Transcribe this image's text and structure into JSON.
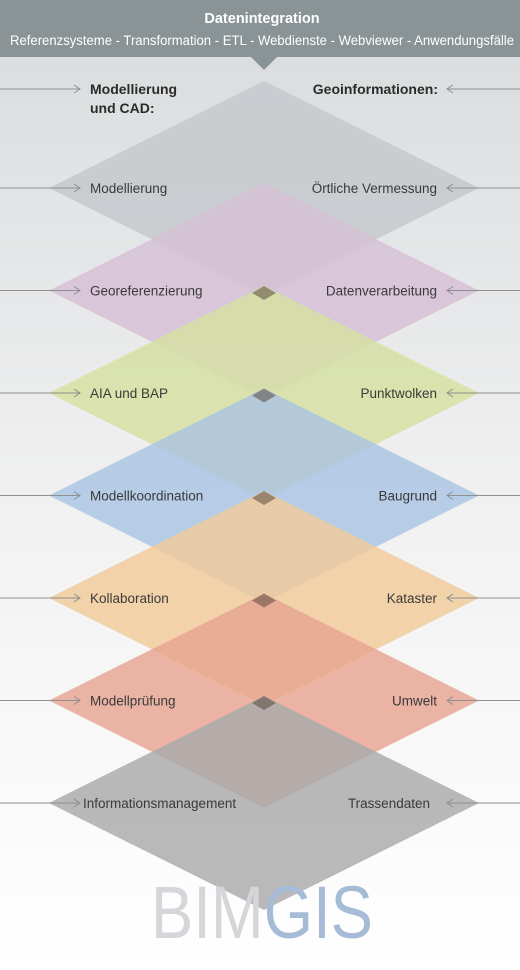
{
  "header": {
    "title": "Datenintegration",
    "subtitle": "Referenzsysteme - Transformation - ETL - Webdienste - Webviewer - Anwendungsfälle"
  },
  "left_column": {
    "title_line1": "Modellierung",
    "title_line2": "und CAD:"
  },
  "right_column": {
    "title": "Geoinformationen:"
  },
  "layers": [
    {
      "left": "Modellierung",
      "right": "Örtliche Vermessung",
      "color": "#c5c8cc"
    },
    {
      "left": "Georeferenzierung",
      "right": "Datenverarbeitung",
      "color": "#d6bfd6"
    },
    {
      "left": "AIA und BAP",
      "right": "Punktwolken",
      "color": "#d5e0a0"
    },
    {
      "left": "Modellkoordination",
      "right": "Baugrund",
      "color": "#a9c3e3"
    },
    {
      "left": "Kollaboration",
      "right": "Kataster",
      "color": "#f1cb98"
    },
    {
      "left": "Modellprüfung",
      "right": "Umwelt",
      "color": "#e6a390"
    },
    {
      "left": "Informationsmanagement",
      "right": "Trassendaten",
      "color": "#a9a9a9"
    }
  ],
  "logo": {
    "part1": "BIM",
    "part2": "GIS",
    "color1": "#d4d6d9",
    "color2": "#a6bcd6"
  },
  "colors": {
    "header_bg": "#8a9396",
    "overlap_dark": "#5a4a40"
  }
}
